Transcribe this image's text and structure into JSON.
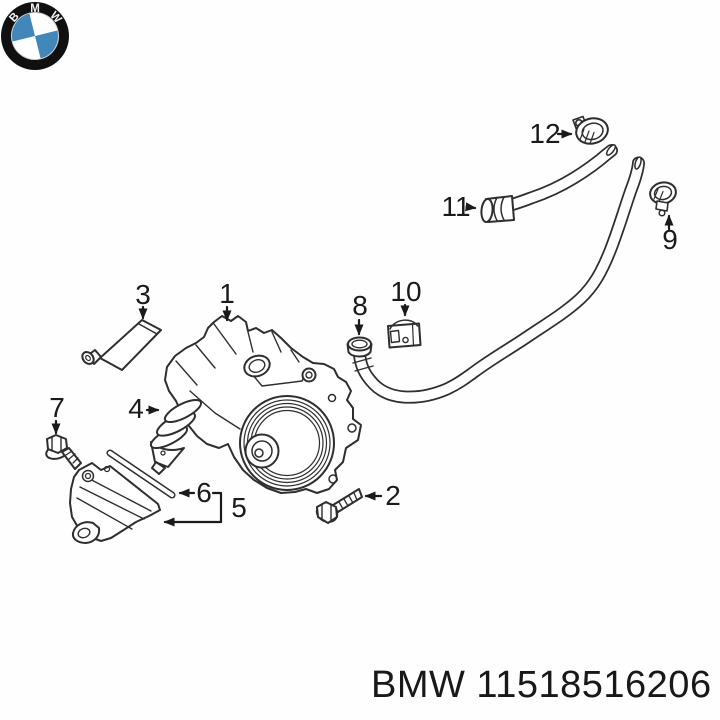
{
  "callouts": {
    "c1": "1",
    "c2": "2",
    "c3": "3",
    "c4": "4",
    "c5": "5",
    "c6": "6",
    "c7": "7",
    "c8": "8",
    "c9": "9",
    "c10": "10",
    "c11": "11",
    "c12": "12"
  },
  "footer": {
    "part_number": "BMW 11518516206",
    "logo_letters": [
      "B",
      "M",
      "W"
    ]
  },
  "colors": {
    "line": "#2e2e2e",
    "label": "#1a1a1a",
    "logo_blue": "#4287ba",
    "logo_black": "#101010"
  }
}
